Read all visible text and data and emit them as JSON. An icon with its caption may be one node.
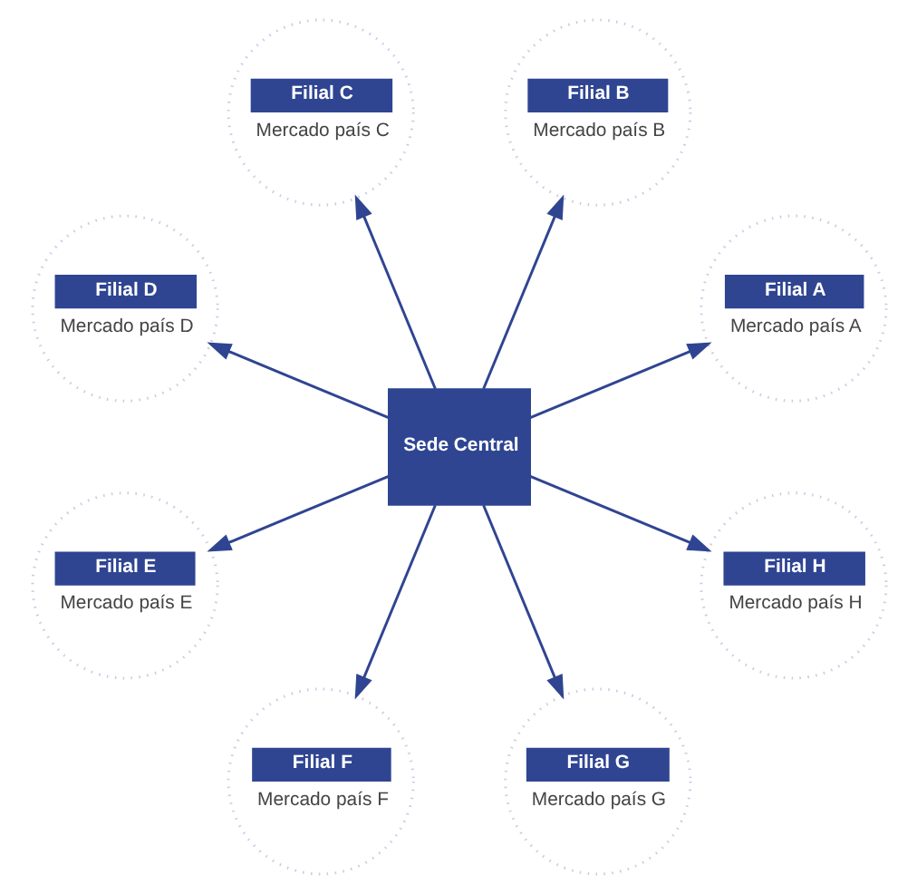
{
  "diagram": {
    "nodes": [
      {
        "text": [
          "Filial A",
          "Mercado país A"
        ]
      },
      {
        "text": [
          "Filial B",
          "Mercado país B"
        ]
      },
      {
        "text": [
          "Filial C",
          "Mercado país C"
        ]
      },
      {
        "text": [
          "Filial D",
          "Mercado país D"
        ]
      },
      {
        "text": [
          "Filial E",
          "Mercado país E"
        ]
      },
      {
        "text": [
          "Filial F",
          "Mercado país F"
        ]
      },
      {
        "text": [
          "Filial G",
          "Mercado país G"
        ]
      },
      {
        "text": [
          "Filial H",
          "Mercado país H"
        ]
      },
      {
        "text": [
          "Sede Central"
        ]
      }
    ],
    "edges": [
      {
        "from": 8,
        "to": 0,
        "arrow": "to"
      },
      {
        "from": 8,
        "to": 1,
        "arrow": "to"
      },
      {
        "from": 8,
        "to": 2,
        "arrow": "to"
      },
      {
        "from": 8,
        "to": 3,
        "arrow": "to"
      },
      {
        "from": 8,
        "to": 4,
        "arrow": "to"
      },
      {
        "from": 8,
        "to": 5,
        "arrow": "to"
      },
      {
        "from": 8,
        "to": 6,
        "arrow": "to"
      },
      {
        "from": 8,
        "to": 7,
        "arrow": "to"
      }
    ]
  }
}
